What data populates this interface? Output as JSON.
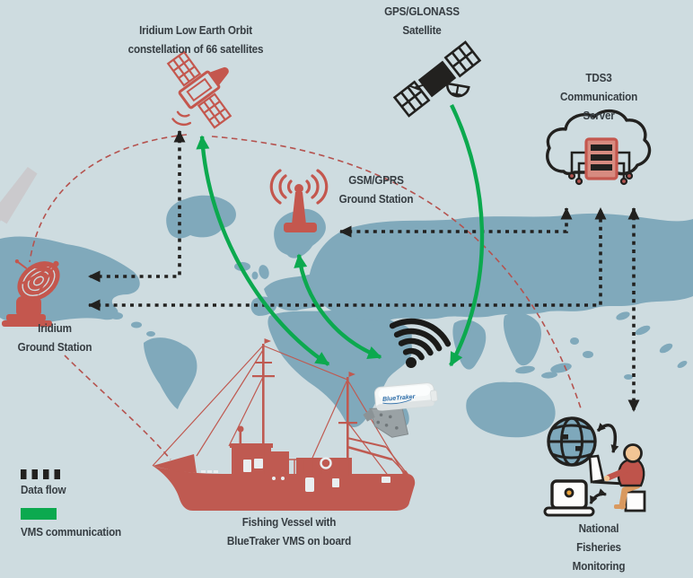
{
  "colors": {
    "background": "#cedce0",
    "map_land": "#80a9bb",
    "icon_red": "#c4574e",
    "vessel_red": "#bf5a51",
    "vms_green": "#0ca94f",
    "data_black": "#22211f",
    "iridium_path_red": "#b5534f",
    "label_text": "#363d42"
  },
  "nodes": {
    "iridium_constellation": {
      "label": "Iridium Low Earth Orbit\nconstellation of 66 satellites",
      "icon": "satellite-icon"
    },
    "gps_satellite": {
      "label": "GPS/GLONASS\nSatellite",
      "icon": "satellite-icon"
    },
    "tds3_server": {
      "label": "TDS3 Communication\nServer",
      "icon": "cloud-server-icon"
    },
    "gsm_ground_station": {
      "label": "GSM/GPRS\nGround Station",
      "icon": "antenna-tower-icon"
    },
    "iridium_ground_station": {
      "label": "Iridium\nGround Station",
      "icon": "satellite-dish-icon"
    },
    "fishing_vessel": {
      "label": "Fishing Vessel with\nBlueTraker VMS on board",
      "icon": "fishing-vessel-illustration"
    },
    "monitoring_center": {
      "label": "National Fisheries\nMonitoring Center",
      "icon": "globe-operator-laptop-icon"
    },
    "bluetraker_device": {
      "label": "BlueTraker",
      "icon": "vms-terminal-device"
    },
    "wifi": {
      "icon": "wifi-icon"
    }
  },
  "legend": {
    "data_flow_label": "Data flow",
    "vms_label": "VMS communication"
  },
  "connections": [
    {
      "from": "fishing_vessel",
      "to": "iridium_constellation",
      "type": "vms_communication",
      "bidirectional": true
    },
    {
      "from": "fishing_vessel",
      "to": "gsm_ground_station",
      "type": "vms_communication",
      "bidirectional": true
    },
    {
      "from": "gps_satellite",
      "to": "fishing_vessel",
      "type": "vms_communication",
      "bidirectional": false
    },
    {
      "from": "iridium_constellation",
      "to": "iridium_ground_station",
      "type": "data_flow",
      "bidirectional": true
    },
    {
      "from": "iridium_ground_station",
      "to": "tds3_server",
      "type": "data_flow",
      "bidirectional": true
    },
    {
      "from": "gsm_ground_station",
      "to": "tds3_server",
      "type": "data_flow",
      "bidirectional": true
    },
    {
      "from": "tds3_server",
      "to": "monitoring_center",
      "type": "data_flow",
      "bidirectional": true
    },
    {
      "from": "iridium_ground_station",
      "to": "iridium_constellation",
      "type": "iridium_network",
      "bidirectional": false
    },
    {
      "from": "iridium_constellation",
      "to": "monitoring_center",
      "type": "iridium_network",
      "bidirectional": false
    },
    {
      "from": "iridium_ground_station",
      "to": "fishing_vessel",
      "type": "iridium_network",
      "bidirectional": false
    }
  ]
}
